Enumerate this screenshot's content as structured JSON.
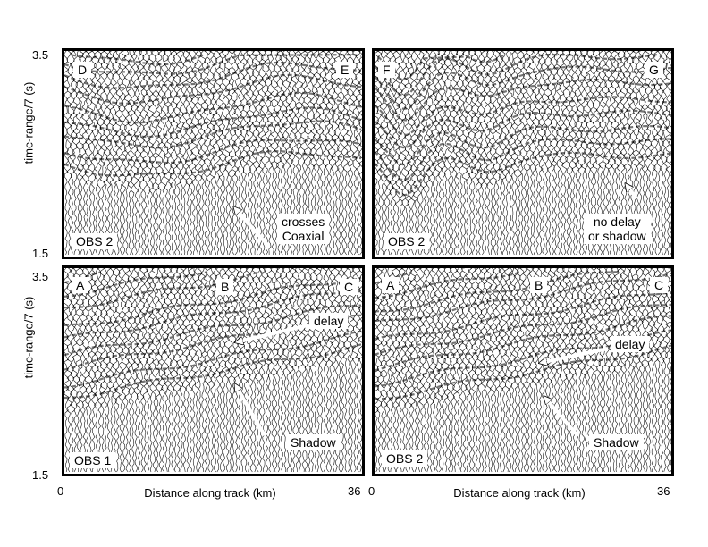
{
  "y_axis": {
    "label": "time-range/7 (s)",
    "top_tick": "3.5",
    "bottom_tick": "1.5"
  },
  "x_axis": {
    "label": "Distance along track (km)",
    "start_tick": "0",
    "end_tick": "36"
  },
  "panels": {
    "top_left": {
      "left_marker": "D",
      "right_marker": "E",
      "station": "OBS 2",
      "annotation": "crosses\nCoaxial"
    },
    "top_right": {
      "left_marker": "F",
      "right_marker": "G",
      "station": "OBS 2",
      "annotation": "no delay\nor shadow"
    },
    "bottom_left": {
      "left_marker": "A",
      "mid_marker": "B",
      "right_marker": "C",
      "station": "OBS 1",
      "annotation_delay": "delay",
      "annotation_shadow": "Shadow"
    },
    "bottom_right": {
      "left_marker": "A",
      "mid_marker": "B",
      "right_marker": "C",
      "station": "OBS 2",
      "annotation_delay": "delay",
      "annotation_shadow": "Shadow"
    }
  }
}
